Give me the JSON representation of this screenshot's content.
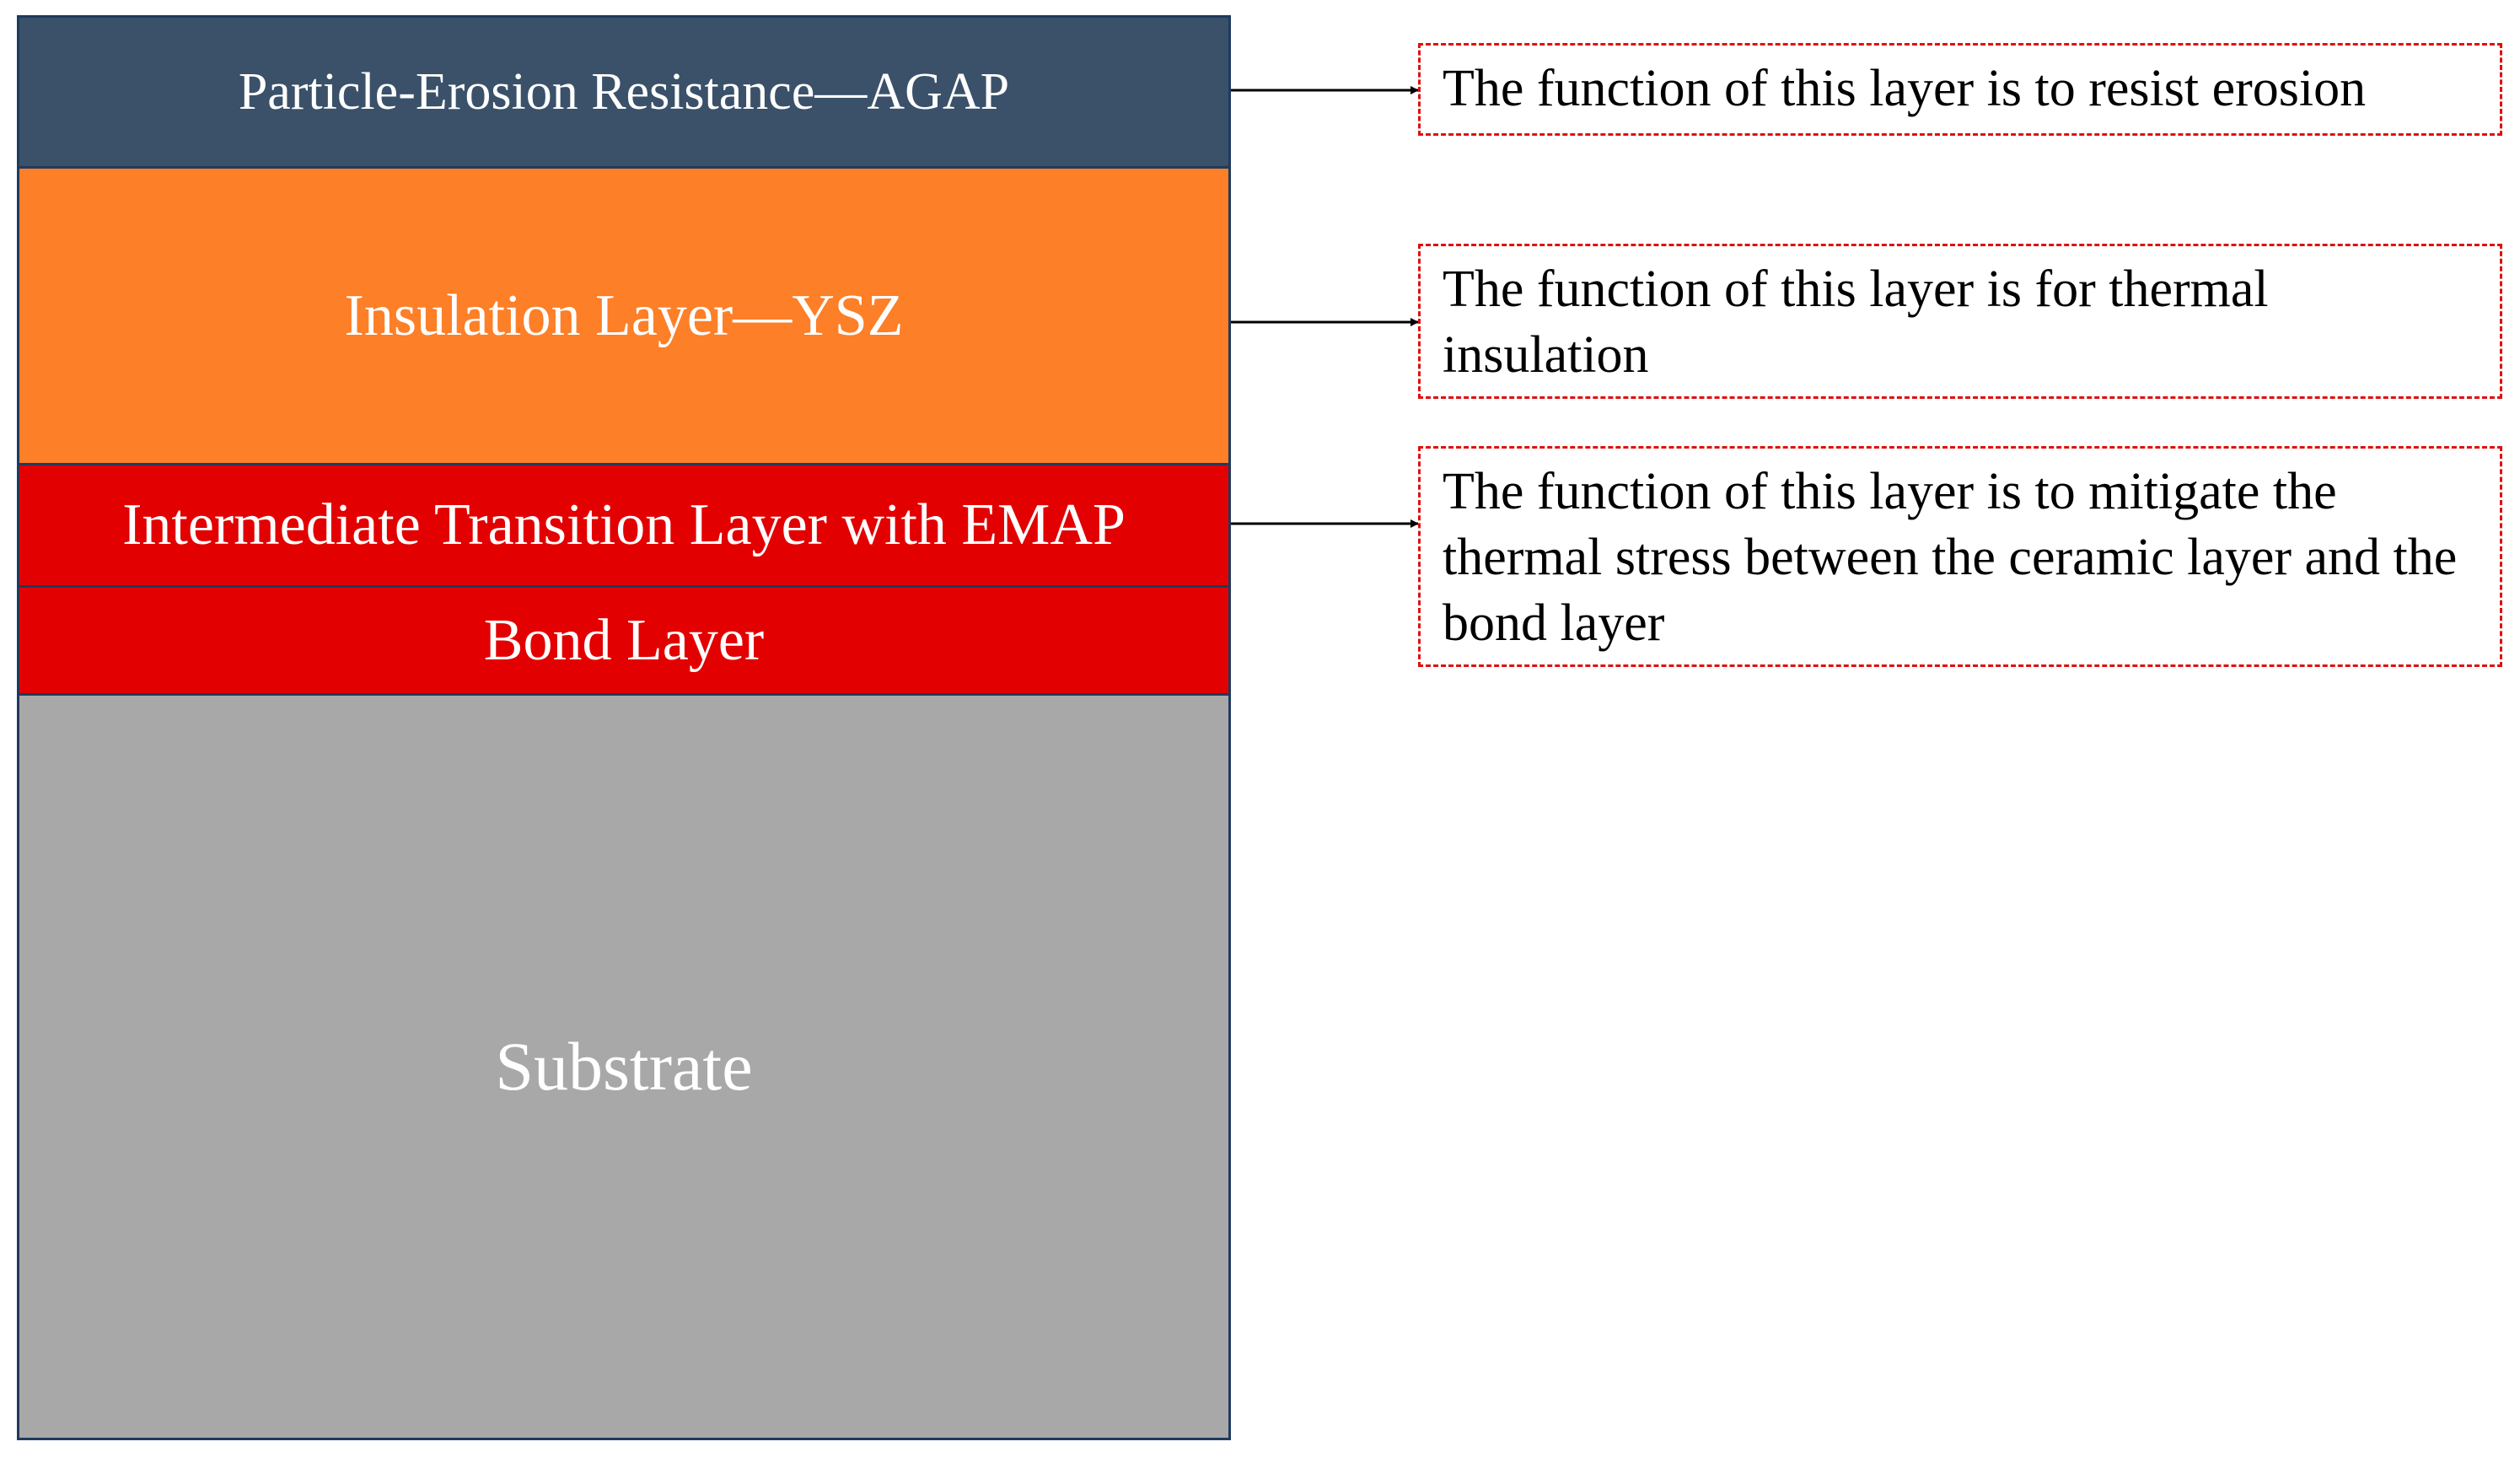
{
  "layers": [
    {
      "label": "Particle-Erosion Resistance—AGAP",
      "color": "#3a5169"
    },
    {
      "label": "Insulation Layer—YSZ",
      "color": "#fd7f27"
    },
    {
      "label": "Intermediate Transition Layer with EMAP",
      "color": "#e20000"
    },
    {
      "label": "Bond Layer",
      "color": "#e20000"
    },
    {
      "label": "Substrate",
      "color": "#a8a8a8"
    }
  ],
  "notes": [
    {
      "text": "The function of this layer is to resist erosion"
    },
    {
      "text": "The function of this layer is for thermal insulation"
    },
    {
      "text": "The function of this layer is to mitigate the thermal stress between the ceramic layer and the bond layer"
    }
  ]
}
